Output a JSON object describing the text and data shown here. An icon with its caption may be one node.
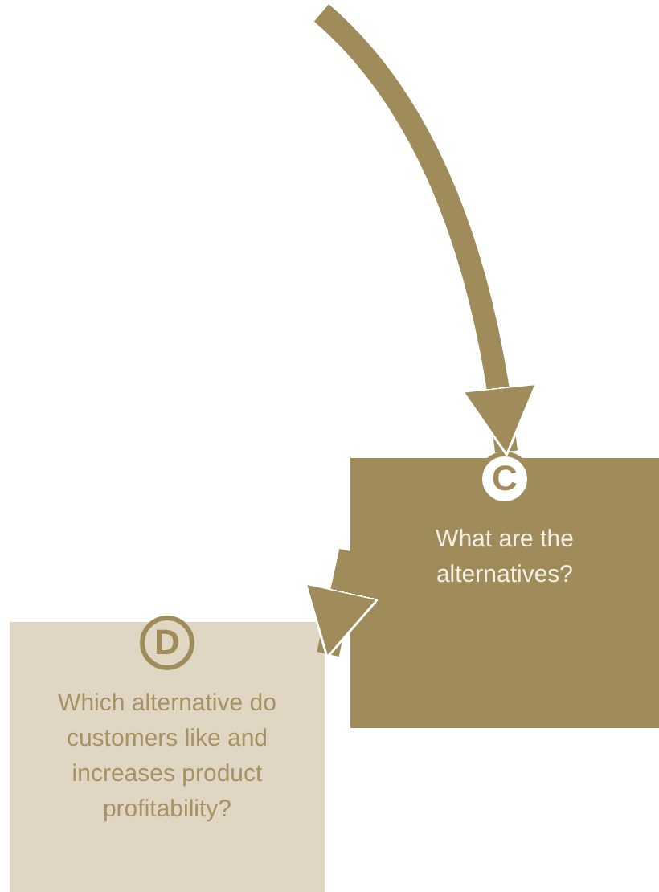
{
  "diagram": {
    "nodes": [
      {
        "text": [
          "C",
          "What are the alternatives?"
        ]
      },
      {
        "text": [
          "D",
          "Which alternative do customers like and increases product profitability?"
        ]
      }
    ],
    "edges": [
      {
        "from": null,
        "to": 0,
        "arrow": "to"
      },
      {
        "from": 0,
        "to": 1,
        "arrow": "to"
      }
    ]
  }
}
